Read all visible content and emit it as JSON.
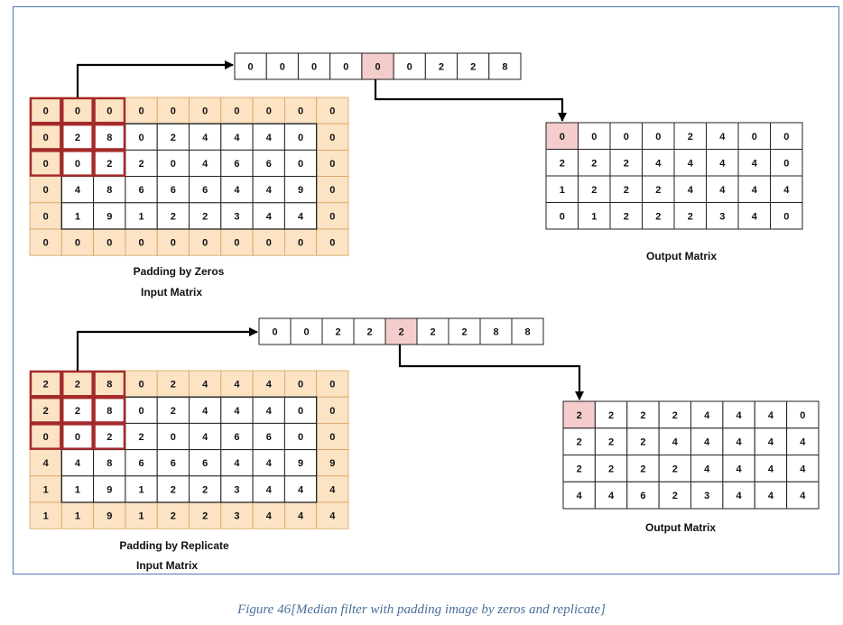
{
  "caption": "Figure 46[Median filter with padding image by zeros and replicate]",
  "colors": {
    "pad_fill": "#fbe3c4",
    "pad_stroke": "#d9a05b",
    "highlight_fill": "#f5cccc",
    "window_stroke": "#a52a2a",
    "grid_stroke": "#222222",
    "frame_border": "#4a7ab8",
    "caption_color": "#4a6f9a"
  },
  "sections": [
    {
      "id": "zeros",
      "pad_label": "Padding by Zeros",
      "input_label": "Input Matrix",
      "output_label": "Output Matrix",
      "input_matrix": [
        [
          "0",
          "0",
          "0",
          "0",
          "0",
          "0",
          "0",
          "0",
          "0",
          "0"
        ],
        [
          "0",
          "2",
          "8",
          "0",
          "2",
          "4",
          "4",
          "4",
          "0",
          "0"
        ],
        [
          "0",
          "0",
          "2",
          "2",
          "0",
          "4",
          "6",
          "6",
          "0",
          "0"
        ],
        [
          "0",
          "4",
          "8",
          "6",
          "6",
          "6",
          "4",
          "4",
          "9",
          "0"
        ],
        [
          "0",
          "1",
          "9",
          "1",
          "2",
          "2",
          "3",
          "4",
          "4",
          "0"
        ],
        [
          "0",
          "0",
          "0",
          "0",
          "0",
          "0",
          "0",
          "0",
          "0",
          "0"
        ]
      ],
      "sorted_window": [
        "0",
        "0",
        "0",
        "0",
        "0",
        "0",
        "2",
        "2",
        "8"
      ],
      "median_index": 4,
      "output_matrix": [
        [
          "0",
          "0",
          "0",
          "0",
          "2",
          "4",
          "0",
          "0"
        ],
        [
          "2",
          "2",
          "2",
          "4",
          "4",
          "4",
          "4",
          "0"
        ],
        [
          "1",
          "2",
          "2",
          "2",
          "4",
          "4",
          "4",
          "4"
        ],
        [
          "0",
          "1",
          "2",
          "2",
          "2",
          "3",
          "4",
          "0"
        ]
      ]
    },
    {
      "id": "replicate",
      "pad_label": "Padding by Replicate",
      "input_label": "Input Matrix",
      "output_label": "Output Matrix",
      "input_matrix": [
        [
          "2",
          "2",
          "8",
          "0",
          "2",
          "4",
          "4",
          "4",
          "0",
          "0"
        ],
        [
          "2",
          "2",
          "8",
          "0",
          "2",
          "4",
          "4",
          "4",
          "0",
          "0"
        ],
        [
          "0",
          "0",
          "2",
          "2",
          "0",
          "4",
          "6",
          "6",
          "0",
          "0"
        ],
        [
          "4",
          "4",
          "8",
          "6",
          "6",
          "6",
          "4",
          "4",
          "9",
          "9"
        ],
        [
          "1",
          "1",
          "9",
          "1",
          "2",
          "2",
          "3",
          "4",
          "4",
          "4"
        ],
        [
          "1",
          "1",
          "9",
          "1",
          "2",
          "2",
          "3",
          "4",
          "4",
          "4"
        ]
      ],
      "sorted_window": [
        "0",
        "0",
        "2",
        "2",
        "2",
        "2",
        "2",
        "8",
        "8"
      ],
      "median_index": 4,
      "output_matrix": [
        [
          "2",
          "2",
          "2",
          "2",
          "4",
          "4",
          "4",
          "0"
        ],
        [
          "2",
          "2",
          "2",
          "4",
          "4",
          "4",
          "4",
          "4"
        ],
        [
          "2",
          "2",
          "2",
          "2",
          "4",
          "4",
          "4",
          "4"
        ],
        [
          "4",
          "4",
          "6",
          "2",
          "3",
          "4",
          "4",
          "4"
        ]
      ]
    }
  ]
}
